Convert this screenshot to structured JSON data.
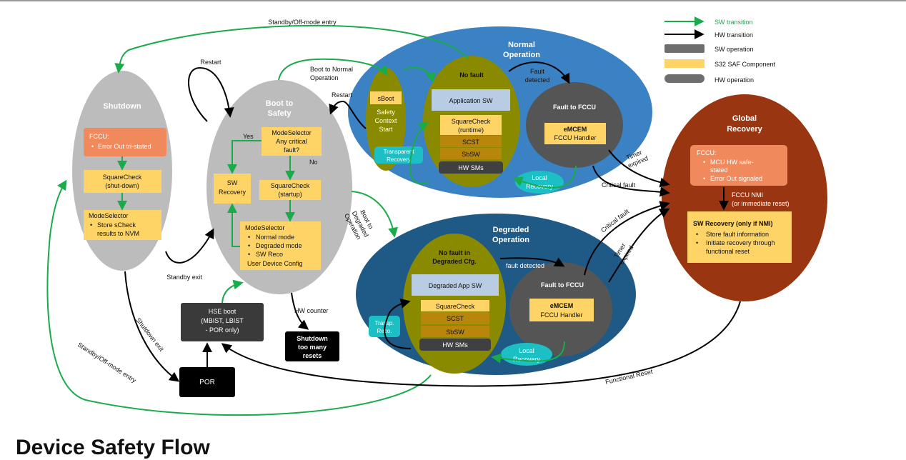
{
  "colors": {
    "sw_transition": "#1aab4b",
    "hw_transition": "#000000",
    "sw_operation": "#6e6e6e",
    "saf_component": "#ffd466",
    "hw_operation": "#6e6e6e",
    "shutdown": "#bcbcbc",
    "normal": "#3b82c4",
    "degraded": "#1f5a87",
    "olive": "#8a8a00",
    "global": "#9a3511",
    "teal": "#1bbfc4",
    "fccu_box": "#f08a5d"
  },
  "legend": {
    "sw_transition": "SW transition",
    "hw_transition": "HW transition",
    "sw_operation": "SW operation",
    "saf_component": "S32 SAF Component",
    "hw_operation": "HW operation"
  },
  "shutdown": {
    "title": "Shutdown",
    "fccu_label": "FCCU:",
    "fccu_item": "Error Out tri-stated",
    "squarecheck_1": "SquareCheck",
    "squarecheck_2": "(shut-down)",
    "modeselector": "ModeSelector",
    "store_1": "Store sCheck",
    "store_2": "results to NVM"
  },
  "boot": {
    "title_1": "Boot to",
    "title_2": "Safety",
    "ms_1": "ModeSelector",
    "ms_2": "Any critical",
    "ms_3": "fault?",
    "yes": "Yes",
    "no": "No",
    "swreco_1": "SW",
    "swreco_2": "Recovery",
    "sc_1": "SquareCheck",
    "sc_2": "(startup)",
    "ms2_title": "ModeSelector",
    "ms2_items": [
      "Normal mode",
      "Degraded mode",
      "SW Reco"
    ],
    "ms2_footer": "User Device Config"
  },
  "normal": {
    "title_1": "Normal",
    "title_2": "Operation",
    "sboot": "sBoot",
    "safety_1": "Safety",
    "safety_2": "Context",
    "safety_3": "Start",
    "nofault": "No fault",
    "appsw": "Application SW",
    "sc_1": "SquareCheck",
    "sc_2": "(runtime)",
    "scst": "SCST",
    "sbsw": "SbSW",
    "hwsms": "HW SMs",
    "transp_1": "Transparent",
    "transp_2": "Recovery",
    "fault_fccu": "Fault to FCCU",
    "emcem": "eMCEM",
    "fccu_handler": "FCCU Handler",
    "local_1": "Local",
    "local_2": "Recovery",
    "fault_det_1": "Fault",
    "fault_det_2": "detected"
  },
  "degraded": {
    "title_1": "Degraded",
    "title_2": "Operation",
    "nofault_1": "No fault in",
    "nofault_2": "Degraded Cfg.",
    "appsw": "Degraded App SW",
    "sc": "SquareCheck",
    "scst": "SCST",
    "sbsw": "SbSW",
    "hwsms": "HW SMs",
    "transp_1": "Transp.",
    "transp_2": "Reco.",
    "fault_fccu": "Fault to FCCU",
    "emcem": "eMCEM",
    "fccu_handler": "FCCU Handler",
    "local_1": "Local",
    "local_2": "Recovery",
    "fault_detected": "fault detected"
  },
  "global": {
    "title_1": "Global",
    "title_2": "Recovery",
    "fccu_label": "FCCU:",
    "item_1a": "MCU HW safe-",
    "item_1b": "stated",
    "item_2": "Error Out signaled",
    "nmi_1": "FCCU NMI",
    "nmi_2": "(or immediate reset)",
    "swreco_title": "SW Recovery (only if NMI)",
    "swreco_1": "Store fault information",
    "swreco_2a": "Initiate recovery through",
    "swreco_2b": "functional reset"
  },
  "hse": {
    "line_1": "HSE boot",
    "line_2": "(MBIST, LBIST",
    "line_3": "- POR only)"
  },
  "por": "POR",
  "shutdown_resets": {
    "line_1": "Shutdown",
    "line_2": "too many",
    "line_3": "resets"
  },
  "labels": {
    "standby_entry_top": "Standby/Off-mode entry",
    "restart_left": "Restart",
    "boot_to_normal_1": "Boot to Normal",
    "boot_to_normal_2": "Operation",
    "restart_right": "Restart",
    "boot_to_degraded_1": "Boot to",
    "boot_to_degraded_2": "Degraded",
    "boot_to_degraded_3": "Operation",
    "standby_exit": "Standby exit",
    "shutdown_exit": "Shutdown exit",
    "standby_entry_bottom": "Standby/Off-mode entry",
    "hw_counter": "HW counter",
    "critical_fault_1": "Critical fault",
    "critical_fault_2": "Critical fault",
    "timer_1a": "Timer",
    "timer_1b": "expired",
    "timer_2a": "Timer",
    "timer_2b": "expired",
    "functional_reset": "Functional Reset"
  },
  "page_title": "Device Safety Flow"
}
